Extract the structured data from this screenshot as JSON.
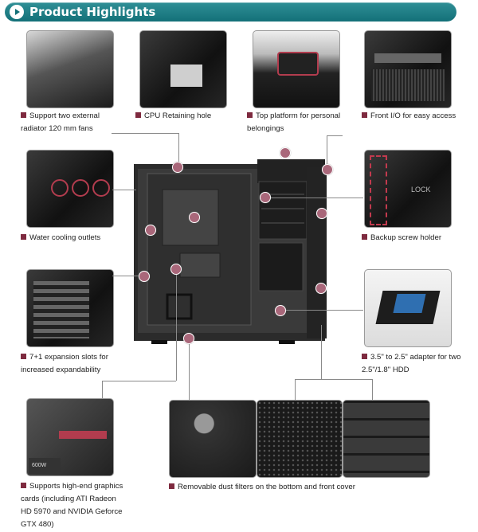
{
  "header": {
    "title": "Product Highlights"
  },
  "features": [
    {
      "id": "radiator",
      "text": "Support two external\nradiator 120 mm fans"
    },
    {
      "id": "cpu",
      "text": "CPU Retaining hole"
    },
    {
      "id": "top",
      "text": "Top platform for personal\nbelongings"
    },
    {
      "id": "frontio",
      "text": "Front I/O for easy access"
    },
    {
      "id": "water",
      "text": "Water cooling outlets"
    },
    {
      "id": "backup",
      "text": "Backup screw holder"
    },
    {
      "id": "slots",
      "text": "7+1 expansion slots for\nincreased expandability"
    },
    {
      "id": "adapter",
      "text": "3.5\" to 2.5\" adapter for two\n2.5\"/1.8\" HDD"
    },
    {
      "id": "graphics",
      "text": "Supports high-end graphics\ncards (including ATI Radeon\nHD 5970 and  NVIDIA Geforce\nGTX 480)"
    },
    {
      "id": "filters",
      "text": "Removable dust filters on the bottom and front cover"
    }
  ],
  "photo_labels": {
    "lock": "LOCK",
    "psu": "600W"
  },
  "colors": {
    "header": "#137078",
    "bullet": "#7e2a3f",
    "dot": "#a9677a"
  }
}
